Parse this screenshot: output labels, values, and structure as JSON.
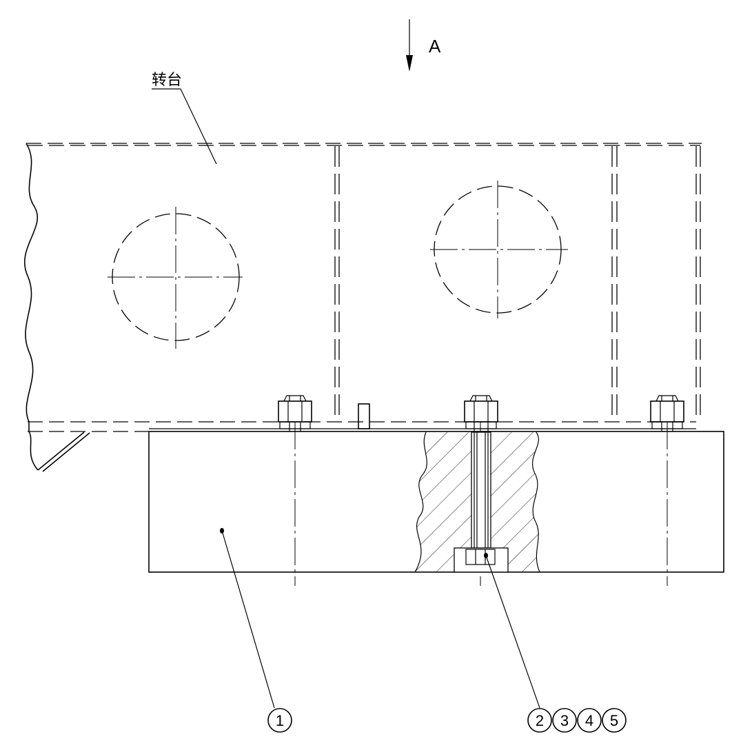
{
  "view_label": "A",
  "part_label": "转台",
  "balloons": {
    "b1": "1",
    "b2": "2",
    "b3": "3",
    "b4": "4",
    "b5": "5"
  }
}
